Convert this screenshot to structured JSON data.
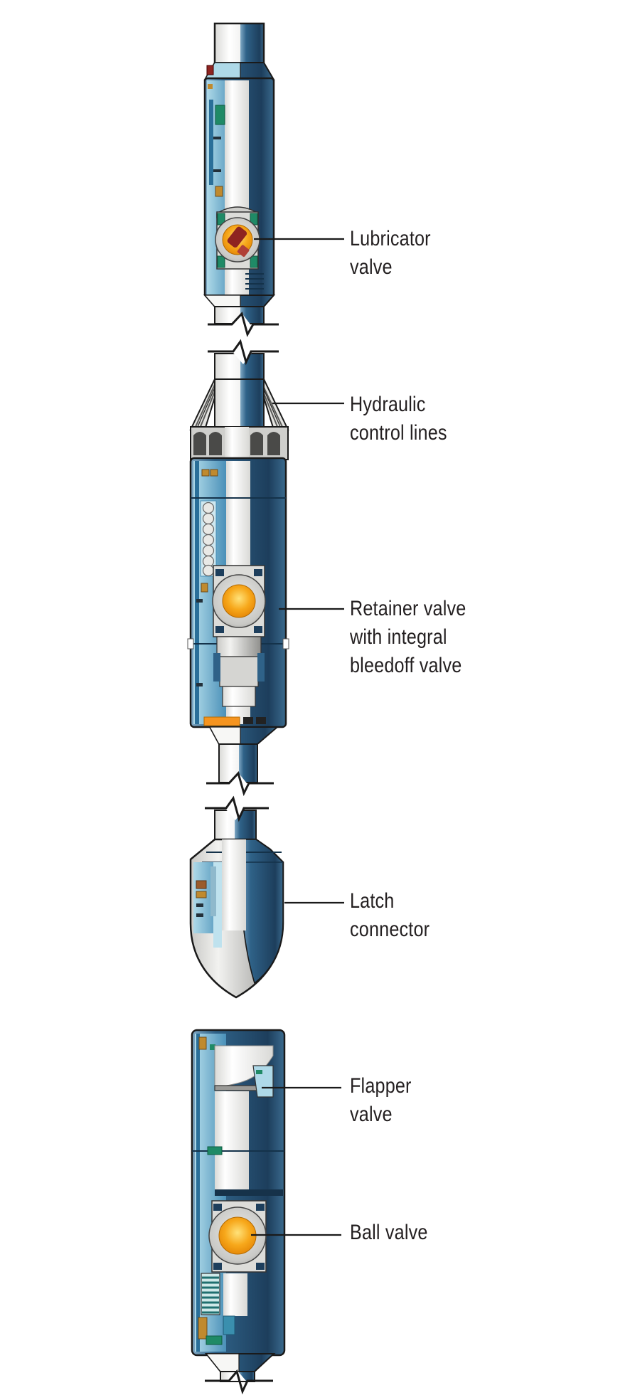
{
  "figure": {
    "type": "technical cutaway diagram",
    "subject": "Subsea landing-string / well-intervention tool string with valves",
    "background": "#ffffff"
  },
  "palette": {
    "outline": "#1a1a1a",
    "steel_dark": "#1d3e5c",
    "steel_mid": "#2f6288",
    "steel_light": "#7fa8c4",
    "steel_edge": "#3a6a8e",
    "cut_light_blue": "#aed9e8",
    "cut_mid_blue": "#4a90b8",
    "cut_deep_blue": "#2a6f99",
    "bore_white": "#f7f7f5",
    "bore_shade": "#d9d9d6",
    "silver_light": "#f2f2f0",
    "silver_mid": "#c9c9c6",
    "silver_dark": "#8f8f8c",
    "ball_core": "#ffe27a",
    "ball_mid": "#f7a81b",
    "ball_edge": "#e07d00",
    "port_red": "#8e2420",
    "seal_green": "#1f8a66",
    "band_orange": "#f5941f",
    "gold": "#c08a2e",
    "brown": "#9a5b2b",
    "spring_teal": "#1f6f6f",
    "label_text": "#231f20",
    "leader_line": "#1a1a1a"
  },
  "labels": {
    "lubricator": {
      "line1": "Lubricator",
      "line2": "valve"
    },
    "hydraulic": {
      "line1": "Hydraulic",
      "line2": "control lines"
    },
    "retainer": {
      "line1": "Retainer valve",
      "line2": "with integral",
      "line3": "bleedoff valve"
    },
    "latch": {
      "line1": "Latch",
      "line2": "connector"
    },
    "flapper": {
      "line1": "Flapper",
      "line2": "valve"
    },
    "ball": {
      "line1": "Ball valve"
    }
  }
}
